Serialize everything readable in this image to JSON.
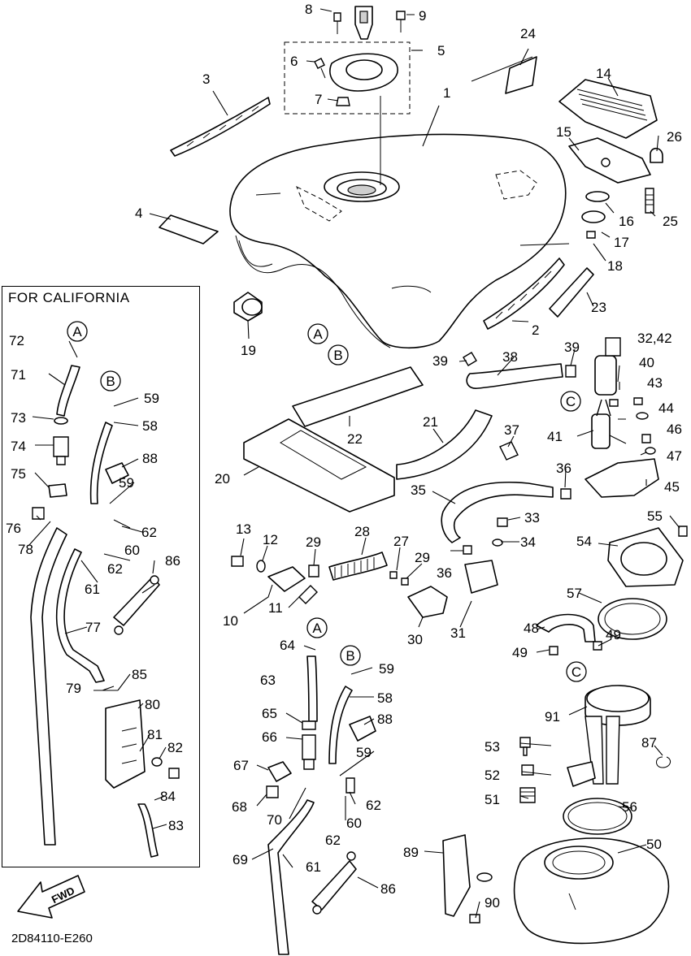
{
  "figure": {
    "inset_title": "FOR CALIFORNIA",
    "reference_code": "2D84110-E260",
    "direction_label": "FWD"
  },
  "callouts": {
    "p1": "1",
    "p2": "2",
    "p3": "3",
    "p4": "4",
    "p5": "5",
    "p6": "6",
    "p7": "7",
    "p8": "8",
    "p9": "9",
    "p10": "10",
    "p11": "11",
    "p12": "12",
    "p13": "13",
    "p14": "14",
    "p15": "15",
    "p16": "16",
    "p17": "17",
    "p18": "18",
    "p19": "19",
    "p20": "20",
    "p21": "21",
    "p22": "22",
    "p23": "23",
    "p24": "24",
    "p25": "25",
    "p26": "26",
    "p27": "27",
    "p28": "28",
    "p29a": "29",
    "p29b": "29",
    "p30": "30",
    "p31": "31",
    "p32": "32,42",
    "p33": "33",
    "p34": "34",
    "p35": "35",
    "p36a": "36",
    "p36b": "36",
    "p37": "37",
    "p38": "38",
    "p39a": "39",
    "p39b": "39",
    "p40": "40",
    "p41": "41",
    "p43": "43",
    "p44": "44",
    "p45": "45",
    "p46": "46",
    "p47": "47",
    "p48": "48",
    "p49a": "49",
    "p49b": "49",
    "p50": "50",
    "p51": "51",
    "p52": "52",
    "p53": "53",
    "p54": "54",
    "p55": "55",
    "p56": "56",
    "p57": "57",
    "m58": "58",
    "m59a": "59",
    "m59b": "59",
    "m60": "60",
    "m61": "61",
    "m62a": "62",
    "m62b": "62",
    "m63": "63",
    "m64": "64",
    "m65": "65",
    "m66": "66",
    "m67": "67",
    "m68": "68",
    "m69": "69",
    "m70": "70",
    "m86": "86",
    "m87": "87",
    "m88": "88",
    "m89": "89",
    "m90": "90",
    "m91": "91",
    "c58": "58",
    "c59a": "59",
    "c59b": "59",
    "c60": "60",
    "c61": "61",
    "c62a": "62",
    "c62b": "62",
    "c71": "71",
    "c72": "72",
    "c73": "73",
    "c74": "74",
    "c75": "75",
    "c76": "76",
    "c77": "77",
    "c78": "78",
    "c79": "79",
    "c80": "80",
    "c81": "81",
    "c82": "82",
    "c83": "83",
    "c84": "84",
    "c85": "85",
    "c86": "86",
    "c88": "88"
  },
  "connectors": {
    "a_main": "A",
    "b_main": "B",
    "c_pump": "C",
    "c_cock": "C",
    "a_mid": "A",
    "b_mid": "B",
    "a_ca": "A",
    "b_ca": "B"
  }
}
